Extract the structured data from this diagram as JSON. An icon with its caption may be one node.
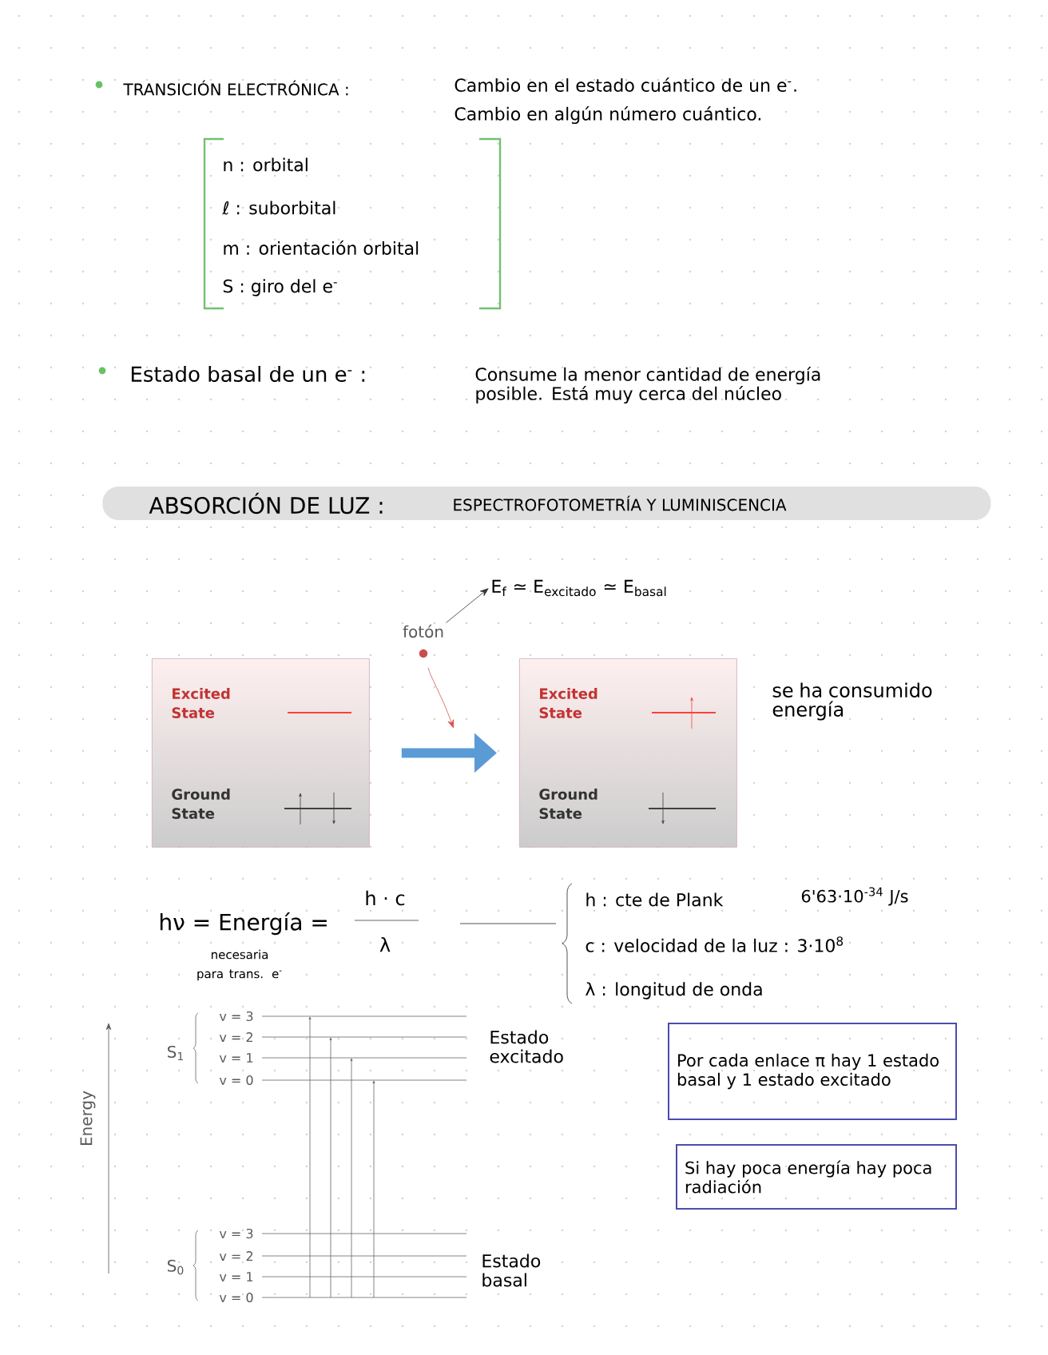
{
  "diagram": {
    "nodes": [
      {
        "text": [
          "n : orbital",
          "ℓ : suborbital",
          "m : orientación orbital",
          "S : giro del e$^{-}$"
        ]
      },
      {
        "text": [
          "ABSORCIÓN DE LUZ :",
          "ESPECTROFOTOMETRÍA Y LUMINISCENCIA"
        ]
      },
      {
        "text": [
          "fotón"
        ]
      },
      {
        "text": [
          "E$_{f}$ ≃ E$_{excitado}$ ≃ E$_{basal}$"
        ]
      },
      {
        "text": [
          "Excited State",
          "Ground State"
        ]
      },
      {
        "text": [
          "Excited State",
          "Ground State"
        ]
      },
      {
        "text": [
          "Por cada enlace π hay 1 estado basal y 1 estado excitado"
        ]
      },
      {
        "text": [
          "Si hay poca energía hay poca radiación"
        ]
      }
    ],
    "edges": [
      {
        "from": 4,
        "to": 5,
        "arrow": "to",
        "style": "thick",
        "color": "#5b9bd5"
      },
      {
        "from": 2,
        "to": 3,
        "arrow": "to",
        "color": "#333333"
      },
      {
        "from": 2,
        "to": null,
        "arrow": "to",
        "color": "#d9534f"
      }
    ],
    "labels": [
      "TRANSICIÓN ELECTRÓNICA :",
      "Cambio en el estado cuántico de un e$^{-}$.",
      "Cambio en algún número cuántico.",
      "Estado basal de un e$^{-}$ :",
      "Consume la menor cantidad de energía posible. Está muy cerca del núcleo",
      "se ha consumido energía",
      "hν = Energía =",
      "h · c",
      "λ",
      "necesaria para trans. e$^{-}$",
      "h : cte de Plank",
      "6'63·10$^{-34}$ J/s",
      "c : velocidad de la luz : 3·10$^{8}$",
      "λ : longitud de onda",
      "Energy",
      "S$_{1}$",
      "v = 3",
      "v = 2",
      "v = 1",
      "v = 0",
      "Estado excitado",
      "S$_{0}$",
      "v = 3",
      "v = 2",
      "v = 1",
      "v = 0",
      "Estado basal"
    ]
  }
}
